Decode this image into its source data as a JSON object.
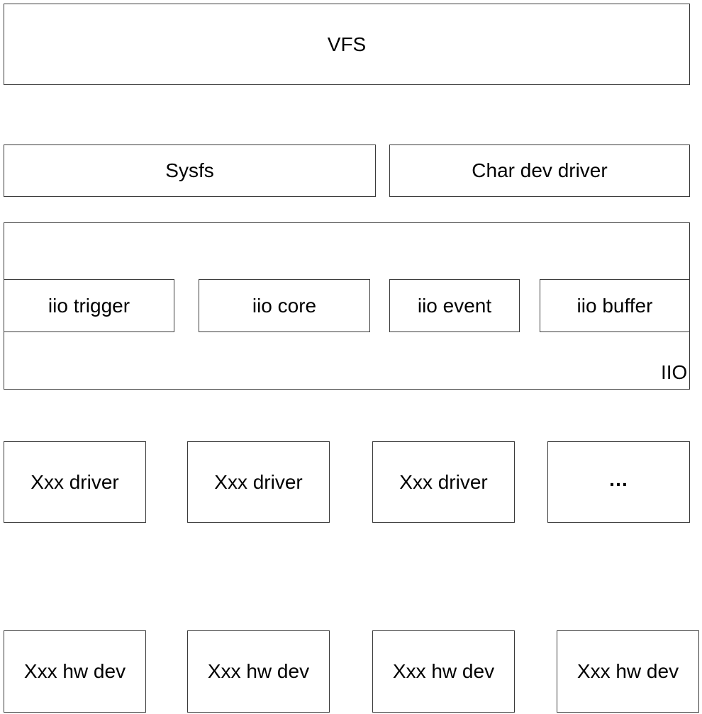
{
  "layers": {
    "vfs": "VFS",
    "sysfs": "Sysfs",
    "char_dev": "Char dev driver",
    "iio": {
      "label": "IIO",
      "modules": [
        "iio trigger",
        "iio core",
        "iio event",
        "iio buffer"
      ]
    },
    "drivers": [
      "Xxx driver",
      "Xxx driver",
      "Xxx driver",
      "…"
    ],
    "hw_devs": [
      "Xxx hw dev",
      "Xxx hw dev",
      "Xxx hw dev",
      "Xxx hw dev"
    ]
  }
}
